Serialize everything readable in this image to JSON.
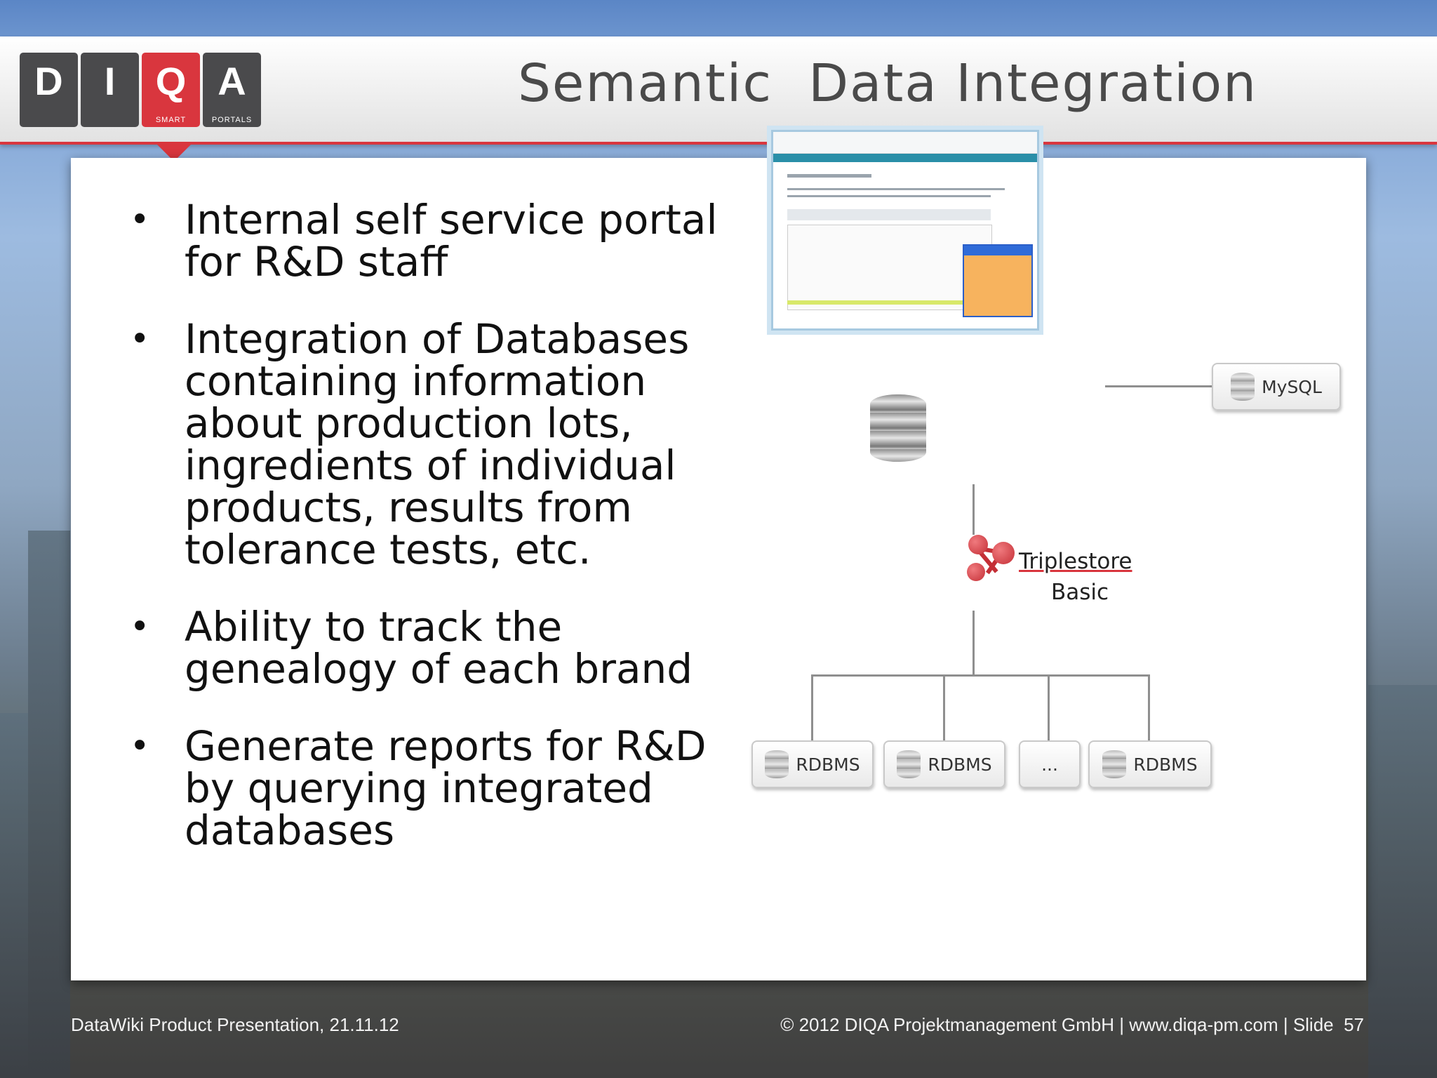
{
  "logo": {
    "letters": [
      "D",
      "I",
      "Q",
      "A"
    ],
    "sub_q": "SMART",
    "sub_a": "PORTALS",
    "accent": "#d9363e",
    "tile_color": "#4a4a4c"
  },
  "title": "Semantic  Data Integration",
  "bullets": [
    "Internal self service portal for R&D staff",
    "Integration of Databases containing information about production lots, ingredients of individual products, results from tolerance tests, etc.",
    "Ability to track the genealogy of each brand",
    "Generate reports for R&D by querying integrated databases"
  ],
  "bullet_symbol": "•",
  "diagram": {
    "mysql_label": "MySQL",
    "triplestore_label_1": "Triplestore",
    "triplestore_label_2": "Basic",
    "rdbms_labels": [
      "RDBMS",
      "RDBMS",
      "...",
      "RDBMS"
    ]
  },
  "footer": {
    "left": "DataWiki Product Presentation, 21.11.12",
    "right": "© 2012 DIQA Projektmanagement GmbH | www.diqa-pm.com | Slide  57"
  }
}
